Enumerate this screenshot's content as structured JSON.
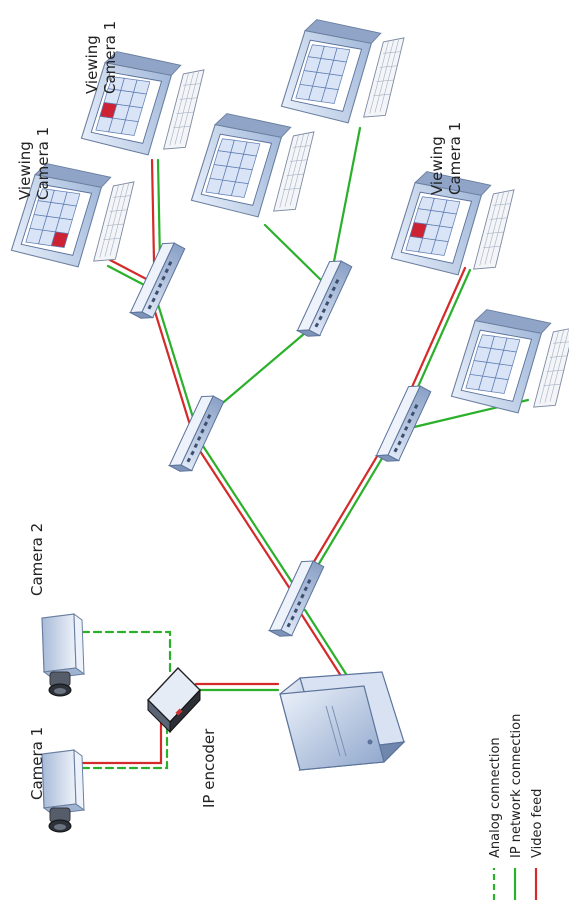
{
  "labels": {
    "camera1": "Camera 1",
    "camera2": "Camera 2",
    "ip_encoder": "IP encoder",
    "viewing_top_line1": "Viewing",
    "viewing_top_line2": "Camera 1",
    "viewing_left_line1": "Viewing",
    "viewing_left_line2": "Camera 1",
    "viewing_right_line1": "Viewing",
    "viewing_right_line2": "Camera 1"
  },
  "legend": {
    "analog": "Analog connection",
    "ip_network": "IP network connection",
    "video_feed": "Video feed"
  },
  "colors": {
    "analog": "#2bb02b",
    "ip_network": "#2bb02b",
    "video_feed": "#d42a2a",
    "device_body": "#c8d6ec",
    "device_dark": "#6f86ad",
    "screen_active": "#cc2233"
  },
  "icons": {
    "camera": "camera-icon",
    "encoder": "ip-encoder-icon",
    "server": "server-icon",
    "switch": "network-switch-icon",
    "workstation": "workstation-icon"
  }
}
